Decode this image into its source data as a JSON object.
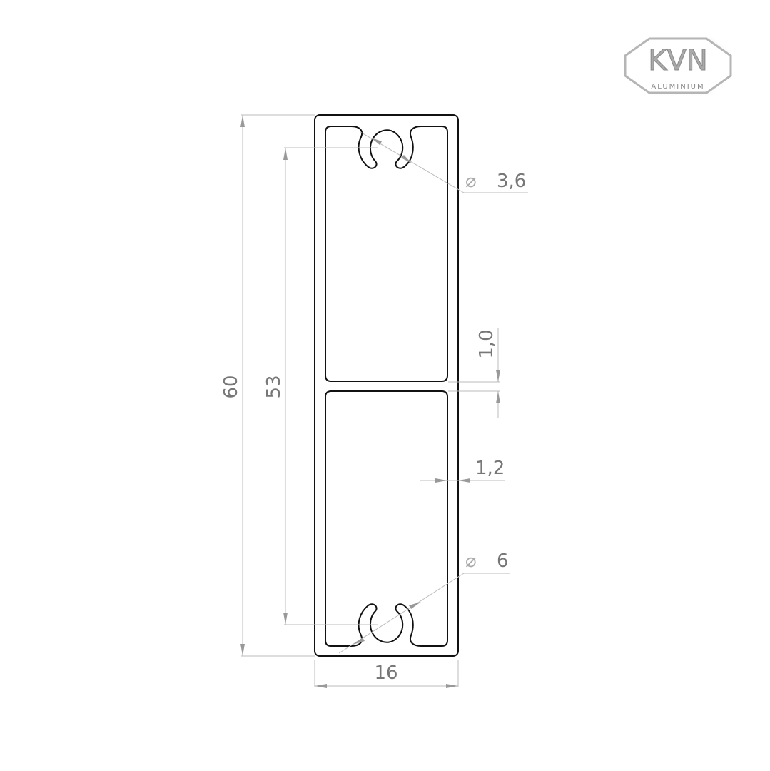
{
  "logo": {
    "brand": "KVN",
    "subtitle": "ALUMINIUM"
  },
  "dimensions": {
    "overall_height": "60",
    "inner_height": "53",
    "width": "16",
    "web_thickness": "1,0",
    "wall_thickness": "1,2",
    "small_slot_diameter": "3,6",
    "large_slot_diameter": "6",
    "diameter_symbol": "⌀"
  },
  "colors": {
    "profile": "#111111",
    "dimension": "#777777",
    "logo": "#b0b0b0"
  }
}
